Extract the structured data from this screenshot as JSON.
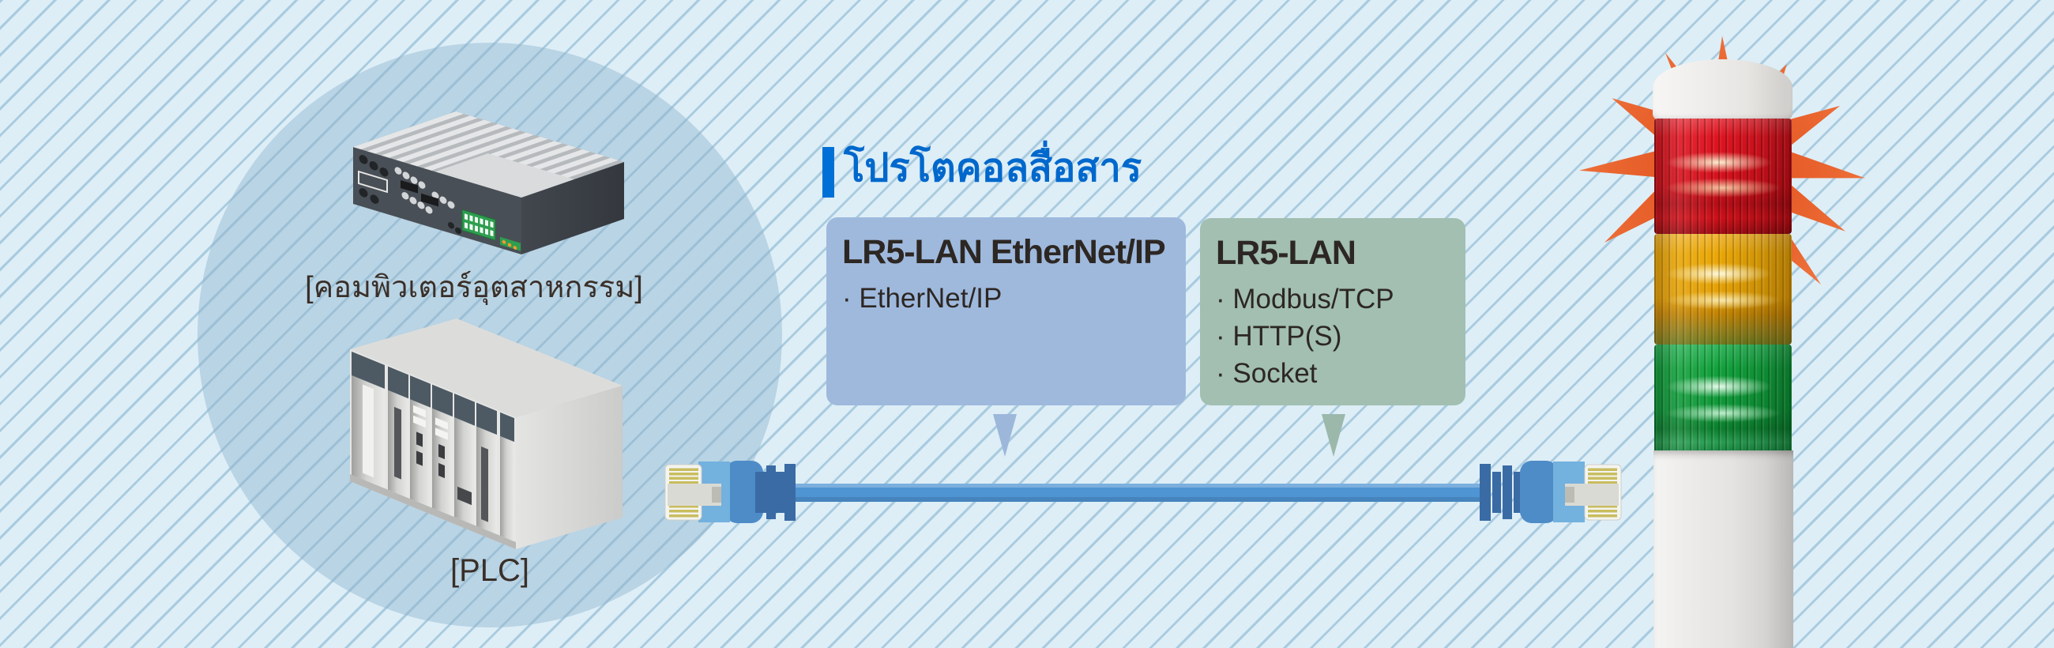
{
  "page": {
    "bg_base_color": "#ddeef7",
    "bg_stripe_color": "#a9cbdf",
    "circle_overlay_color": "#8db4cd"
  },
  "source_group": {
    "industrial_computer_label": "[คอมพิวเตอร์อุตสาหกรรม]",
    "plc_label": "[PLC]"
  },
  "header": {
    "title": "โปรโตคอลสื่อสาร",
    "accent_color": "#0070d6",
    "text_color": "#0068cc"
  },
  "protocol_boxes": [
    {
      "title": "LR5-LAN EtherNet/IP",
      "items": [
        "· EtherNet/IP"
      ],
      "color": "#9fb9dd"
    },
    {
      "title": "LR5-LAN",
      "items": [
        "· Modbus/TCP",
        "· HTTP(S)",
        "· Socket"
      ],
      "color": "#a2bfb1"
    }
  ],
  "cable": {
    "cable_color": "#4f94d3",
    "boot_color": "#4e8cc8",
    "boot_light_color": "#73b1df",
    "strain_relief_color": "#3a6ba4",
    "plug_color": "#f4f4f0",
    "pin_color": "#c9bd5f"
  },
  "signal_tower": {
    "flash_color": "#ee6434",
    "cap_color": "#efedeb",
    "body_color": "#e8e6e4",
    "tiers": [
      {
        "name": "red",
        "color": "#dd1019"
      },
      {
        "name": "amber",
        "color": "#eaa705"
      },
      {
        "name": "green",
        "color": "#12a23c"
      }
    ]
  }
}
